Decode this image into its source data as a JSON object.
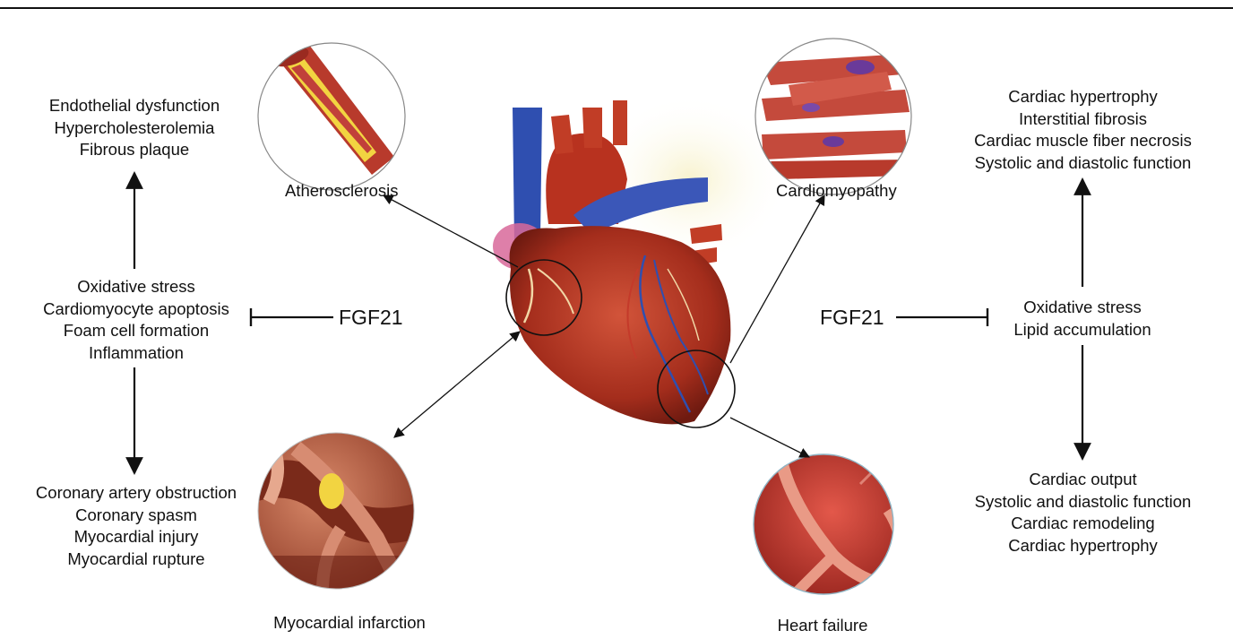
{
  "circles": {
    "atherosclerosis": "Atherosclerosis",
    "cardiomyopathy": "Cardiomyopathy",
    "myocardial_infarction": "Myocardial infarction",
    "heart_failure": "Heart failure"
  },
  "left": {
    "top_effects": [
      "Endothelial dysfunction",
      "Hypercholesterolemia",
      "Fibrous plaque"
    ],
    "mechanisms": [
      "Oxidative stress",
      "Cardiomyocyte apoptosis",
      "Foam cell formation",
      "Inflammation"
    ],
    "bottom_effects": [
      "Coronary artery obstruction",
      "Coronary spasm",
      "Myocardial injury",
      "Myocardial rupture"
    ],
    "inhibitor": "FGF21"
  },
  "right": {
    "top_effects": [
      "Cardiac hypertrophy",
      "Interstitial fibrosis",
      "Cardiac muscle fiber necrosis",
      "Systolic and diastolic function"
    ],
    "mechanisms": [
      "Oxidative stress",
      "Lipid accumulation"
    ],
    "bottom_effects": [
      "Cardiac output",
      "Systolic and diastolic function",
      "Cardiac remodeling",
      "Cardiac hypertrophy"
    ],
    "inhibitor": "FGF21"
  },
  "colors": {
    "heart_red": "#b8321f",
    "vessel_blue": "#2f4fb0",
    "plaque_yellow": "#f2d441",
    "muscle_red": "#c44a3c"
  },
  "icons": [
    "heart-illustration",
    "atherosclerosis-vessel-icon",
    "cardiomyocyte-fibers-icon",
    "infarct-artery-icon",
    "ventricle-icon"
  ]
}
